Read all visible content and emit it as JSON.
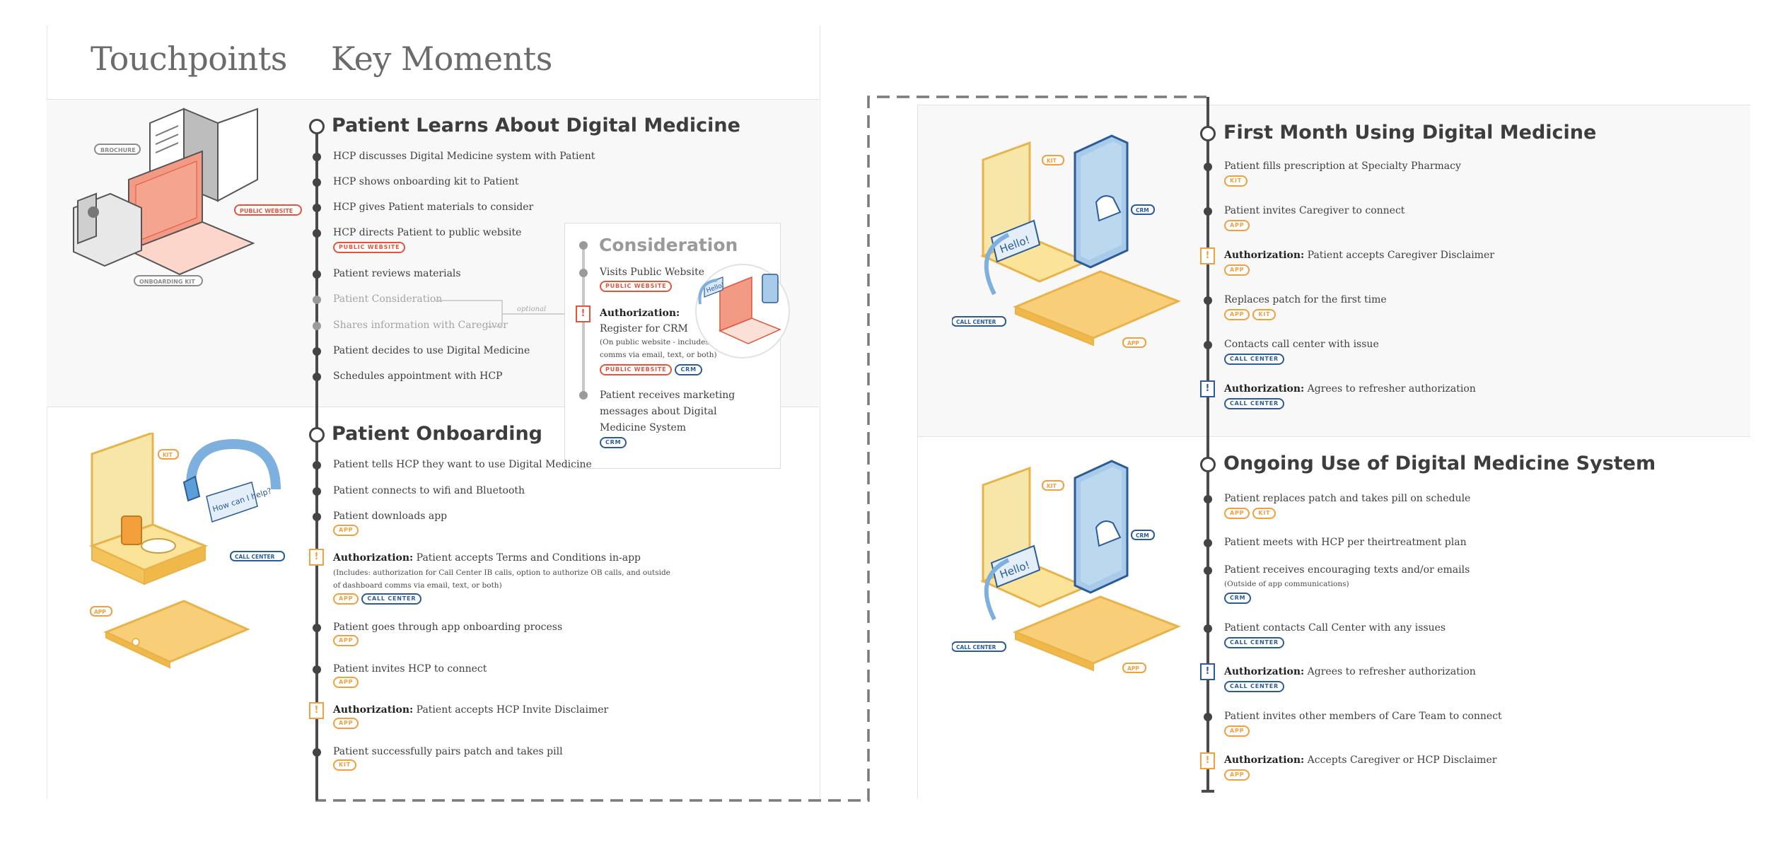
{
  "headers": {
    "touchpoints": "Touchpoints",
    "key_moments": "Key Moments"
  },
  "colors": {
    "timeline": "#4b4b4b",
    "app_orange": "#f0a040",
    "crm_blue": "#2b5c98",
    "web_red": "#e2553c",
    "panel_bg": "#f8f8f8"
  },
  "illustration_labels": {
    "brochure": "BROCHURE",
    "public_website": "PUBLIC WEBSITE",
    "onboarding_kit": "ONBOARDING KIT",
    "kit": "KIT",
    "call_center": "CALL CENTER",
    "app": "APP",
    "crm": "CRM",
    "hello": "Hello!",
    "how_can_i_help": "How can I help?"
  },
  "sections": {
    "learns": {
      "title": "Patient Learns About Digital Medicine",
      "items": [
        {
          "text": "HCP discusses Digital Medicine system with Patient"
        },
        {
          "text": "HCP shows onboarding kit to Patient"
        },
        {
          "text": "HCP gives Patient materials to consider"
        },
        {
          "text": "HCP directs Patient to public website",
          "tag": "PUBLIC WEBSITE"
        },
        {
          "text": "Patient reviews materials"
        },
        {
          "text": "Patient Consideration"
        },
        {
          "text": "Shares information with Caregiver"
        },
        {
          "text": "Patient decides to use Digital Medicine"
        },
        {
          "text": "Schedules appointment with HCP"
        }
      ],
      "optional_label": "optional"
    },
    "consideration": {
      "title": "Consideration",
      "visit": "Visits Public Website",
      "visit_tag": "PUBLIC WEBSITE",
      "auth_label": "Authorization:",
      "auth_text": "Register for CRM",
      "auth_note1": "(On public website - includes",
      "auth_note2": "comms via email, text, or both)",
      "auth_tags": [
        "PUBLIC WEBSITE",
        "CRM"
      ],
      "receives1": "Patient receives marketing",
      "receives2": "messages about Digital",
      "receives3": "Medicine System",
      "receives_tag": "CRM"
    },
    "onboarding": {
      "title": "Patient Onboarding",
      "items": [
        {
          "text": "Patient tells HCP they want to use Digital Medicine"
        },
        {
          "text": "Patient connects to wifi and Bluetooth"
        },
        {
          "text": "Patient downloads app",
          "tag": "APP"
        },
        {
          "auth": "Authorization:",
          "text": "Patient accepts Terms and Conditions in-app",
          "note1": "(Includes: authorization for Call Center IB calls, option to authorize OB calls, and outside",
          "note2": "of dashboard comms via email, text, or both)",
          "tags": [
            "APP",
            "CALL CENTER"
          ]
        },
        {
          "text": "Patient goes through app onboarding process",
          "tag": "APP"
        },
        {
          "text": "Patient invites HCP to connect",
          "tag": "APP"
        },
        {
          "auth": "Authorization:",
          "text": "Patient accepts HCP Invite Disclaimer",
          "tag": "APP"
        },
        {
          "text": "Patient successfully pairs patch and takes pill",
          "tag": "KIT"
        }
      ]
    },
    "first_month": {
      "title": "First Month Using Digital Medicine",
      "items": [
        {
          "text": "Patient fills prescription at Specialty Pharmacy",
          "tags": [
            "KIT"
          ]
        },
        {
          "text": "Patient invites Caregiver to connect",
          "tags": [
            "APP"
          ]
        },
        {
          "auth": "Authorization:",
          "text": "Patient accepts Caregiver Disclaimer",
          "tags": [
            "APP"
          ]
        },
        {
          "text": "Replaces patch for the first time",
          "tags": [
            "APP",
            "KIT"
          ]
        },
        {
          "text": "Contacts call center with issue",
          "tags": [
            "CALL CENTER"
          ]
        },
        {
          "auth": "Authorization:",
          "text": "Agrees to refresher authorization",
          "tags": [
            "CALL CENTER"
          ]
        }
      ]
    },
    "ongoing": {
      "title": "Ongoing Use of Digital Medicine System",
      "items": [
        {
          "text": "Patient replaces patch and takes pill on schedule",
          "tags": [
            "APP",
            "KIT"
          ]
        },
        {
          "text": "Patient meets with HCP per theirtreatment plan"
        },
        {
          "text": "Patient receives encouraging texts and/or emails",
          "note": "(Outside of app communications)",
          "tags": [
            "CRM"
          ]
        },
        {
          "text": "Patient contacts Call Center with any issues",
          "tags": [
            "CALL CENTER"
          ]
        },
        {
          "auth": "Authorization:",
          "text": "Agrees to refresher authorization",
          "tags": [
            "CALL CENTER"
          ]
        },
        {
          "text": "Patient invites other members of Care Team to connect",
          "tags": [
            "APP"
          ]
        },
        {
          "auth": "Authorization:",
          "text": "Accepts Caregiver or HCP Disclaimer",
          "tags": [
            "APP"
          ]
        }
      ]
    }
  }
}
